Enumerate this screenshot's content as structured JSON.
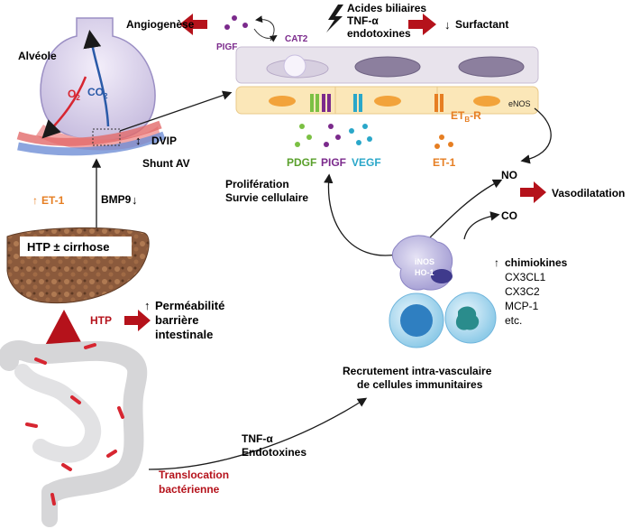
{
  "colors": {
    "dark_red": "#b5121b",
    "orange": "#e67e22",
    "purple": "#7b2a8c",
    "green": "#7bc043",
    "cyan": "#2aa7c9",
    "blue_vessel": "#2a5aa8",
    "red_vessel": "#d72631",
    "liver_brown": "#8b5a3c"
  },
  "icons": [
    "lightning-icon",
    "red-arrow-icon",
    "neutrophil-cell-icon",
    "lymphocyte-cell-icon",
    "macrophage-cell-icon",
    "bacteria-icon",
    "liver-icon",
    "intestine-icon",
    "alveolus-icon"
  ],
  "labels": {
    "angiogenese": "Angiogenèse",
    "plgf_top": "PIGF",
    "cat2": "CAT2",
    "stim_1": "Acides biliaires",
    "stim_2": "TNF-α",
    "stim_3": "endotoxines",
    "surfactant_arrow": "↓",
    "surfactant": "Surfactant",
    "alveole": "Alvéole",
    "o2": "O",
    "o2_sub": "2",
    "co2": "CO",
    "co2_sub": "2",
    "dvip_arrow": "↕",
    "dvip": "DVIP",
    "shunt": "Shunt AV",
    "et1_arrow": "↑",
    "et1_left": "ET-1",
    "bmp9": "BMP9",
    "bmp9_arrow": "↓",
    "htp_cirrhose": "HTP ± cirrhose",
    "htp": "HTP",
    "perm_arrow": "↑",
    "perm_1": "Perméabilité",
    "perm_2": "barrière",
    "perm_3": "intestinale",
    "pdgf": "PDGF",
    "plgf_mid": "PIGF",
    "vegf": "VEGF",
    "etb_r": "ET",
    "etb_r_sub": "B",
    "etb_r_tail": "-R",
    "et1_right": "ET-1",
    "enos": "eNOS",
    "prolif_1": "Prolifération",
    "prolif_2": "Survie cellulaire",
    "no": "NO",
    "vasodil": "Vasodilatation",
    "co": "CO",
    "inos": "iNOS",
    "ho1": "HO-1",
    "chemo_arrow": "↑",
    "chemo_title": "chimiokines",
    "chemo_1": "CX3CL1",
    "chemo_2": "CX3C2",
    "chemo_3": "MCP-1",
    "chemo_4": "etc.",
    "recrut_1": "Recrutement intra-vasculaire",
    "recrut_2": "de cellules immunitaires",
    "tnf": "TNF-α",
    "endotox": "Endotoxines",
    "transloc_1": "Translocation",
    "transloc_2": "bactérienne"
  }
}
